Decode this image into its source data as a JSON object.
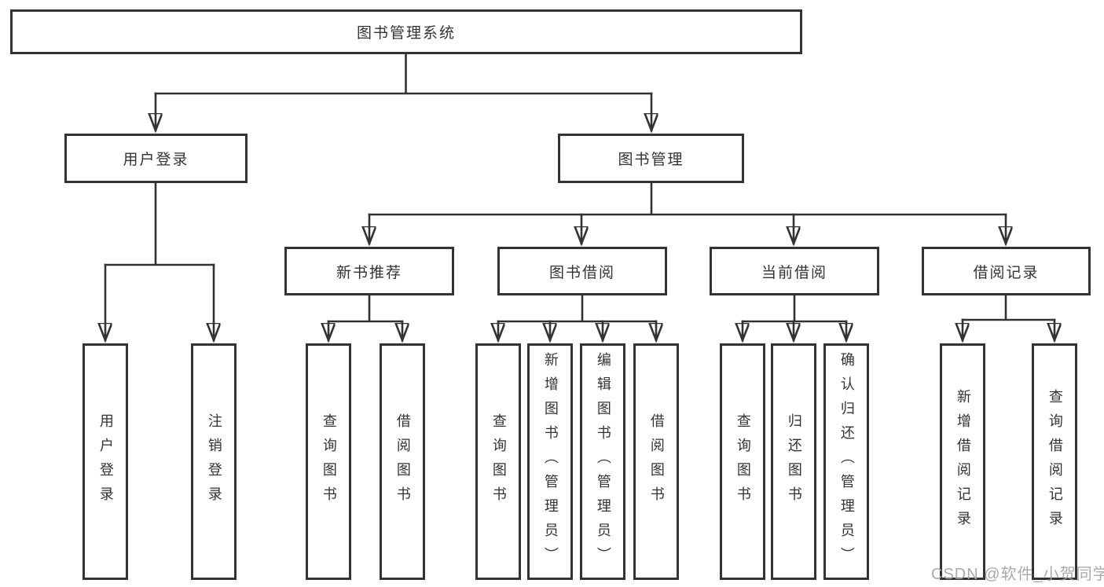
{
  "tree": {
    "label": "图书管理系统",
    "children": [
      {
        "label": "用户登录",
        "children": [
          {
            "label": "用户登录"
          },
          {
            "label": "注销登录"
          }
        ]
      },
      {
        "label": "图书管理",
        "children": [
          {
            "label": "新书推荐",
            "children": [
              {
                "label": "查询图书"
              },
              {
                "label": "借阅图书"
              }
            ]
          },
          {
            "label": "图书借阅",
            "children": [
              {
                "label": "查询图书"
              },
              {
                "label": "新增图书（管理员）"
              },
              {
                "label": "编辑图书（管理员）"
              },
              {
                "label": "借阅图书"
              }
            ]
          },
          {
            "label": "当前借阅",
            "children": [
              {
                "label": "查询图书"
              },
              {
                "label": "归还图书"
              },
              {
                "label": "确认归还（管理员）"
              }
            ]
          },
          {
            "label": "借阅记录",
            "children": [
              {
                "label": "新增借阅记录"
              },
              {
                "label": "查询借阅记录"
              }
            ]
          }
        ]
      }
    ]
  },
  "watermark": "CSDN @软件_小贺同学",
  "colors": {
    "line": "#333333",
    "text": "#333333",
    "watermark": "#a3a3a3",
    "background": "#ffffff"
  }
}
